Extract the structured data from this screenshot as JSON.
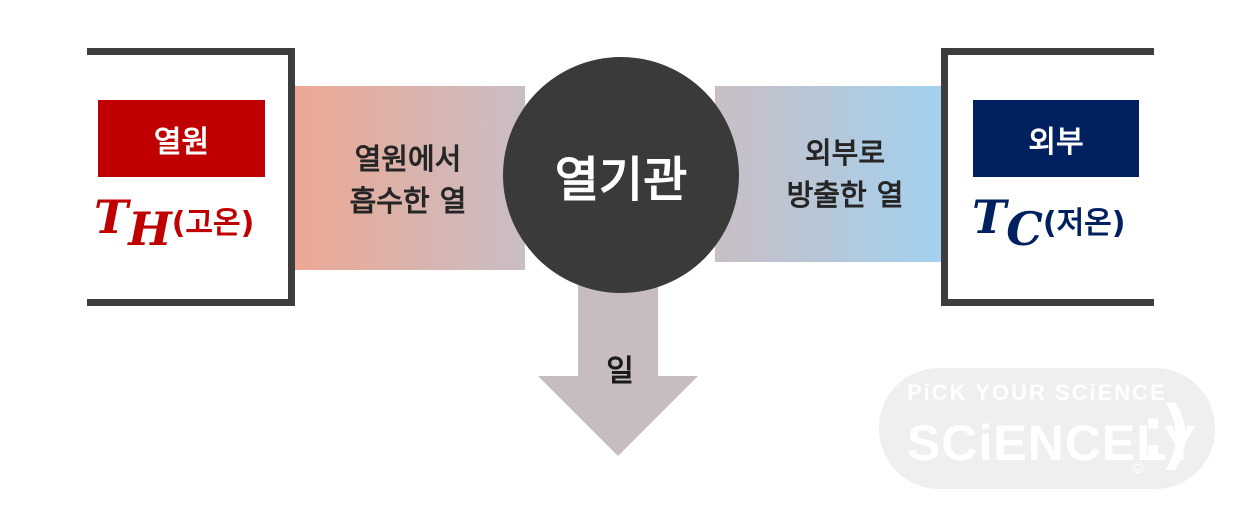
{
  "hot_reservoir": {
    "label": "열원",
    "temp_symbol": "T",
    "temp_subscript": "H",
    "temp_desc": "(고온)",
    "color": "#c00000"
  },
  "cold_reservoir": {
    "label": "외부",
    "temp_symbol": "T",
    "temp_subscript": "C",
    "temp_desc": "(저온)",
    "color": "#002060"
  },
  "heat_in": {
    "line1": "열원에서",
    "line2": "흡수한 열"
  },
  "engine": {
    "label": "열기관"
  },
  "heat_out": {
    "line1": "외부로",
    "line2": "방출한 열"
  },
  "work": {
    "label": "일"
  },
  "watermark": {
    "line1": "PiCK YOUR SCiENCE",
    "line2": "SCiENCELY",
    "smile": ":)",
    "copyright": "©"
  },
  "colors": {
    "hot_band": "#eca894",
    "mid_band": "#c9bec4",
    "cold_band": "#a3d1f0",
    "engine": "#3a3a3a",
    "work_arrow": "#c6bcc2",
    "bracket": "#3d3d3d"
  }
}
